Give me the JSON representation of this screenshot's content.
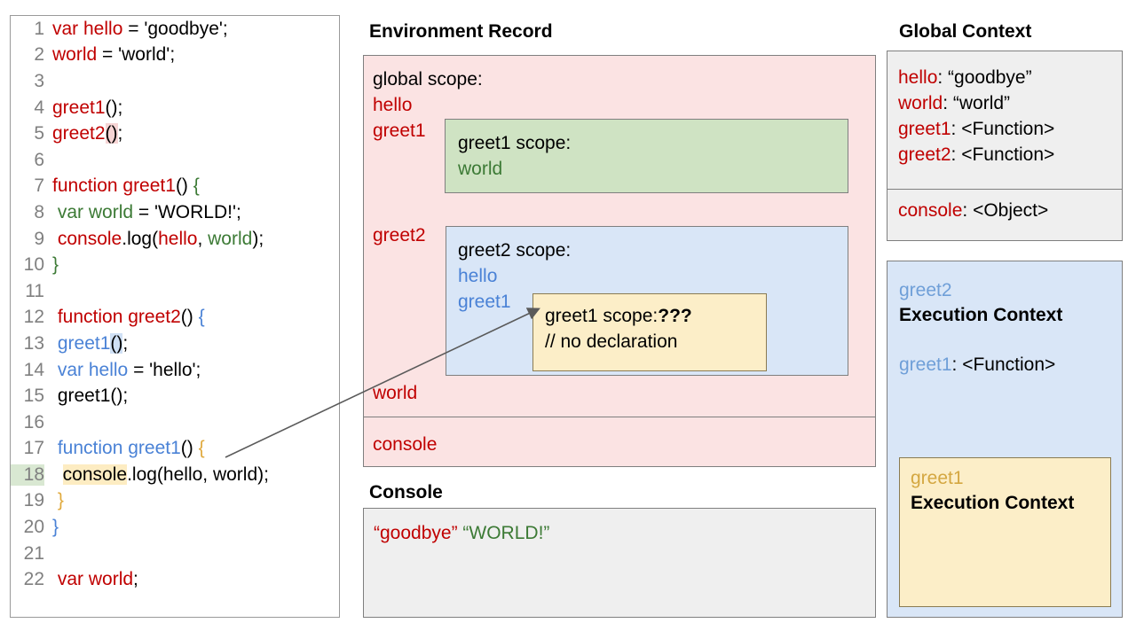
{
  "code": {
    "lines": [
      {
        "n": "1",
        "tokens": [
          {
            "t": "var hello",
            "c": "red"
          },
          {
            "t": " = 'goodbye';",
            "c": "black"
          }
        ]
      },
      {
        "n": "2",
        "tokens": [
          {
            "t": "world",
            "c": "red"
          },
          {
            "t": " = 'world';",
            "c": "black"
          }
        ]
      },
      {
        "n": "3",
        "tokens": []
      },
      {
        "n": "4",
        "tokens": [
          {
            "t": "greet1",
            "c": "red"
          },
          {
            "t": "();",
            "c": "black"
          }
        ]
      },
      {
        "n": "5",
        "tokens": [
          {
            "t": "greet2",
            "c": "red"
          },
          {
            "t": "()",
            "c": "black",
            "hl": "pink"
          },
          {
            "t": ";",
            "c": "black"
          }
        ]
      },
      {
        "n": "6",
        "tokens": []
      },
      {
        "n": "7",
        "tokens": [
          {
            "t": "function greet1",
            "c": "red"
          },
          {
            "t": "() ",
            "c": "black"
          },
          {
            "t": "{",
            "c": "green"
          }
        ]
      },
      {
        "n": "8",
        "tokens": [
          {
            "t": " ",
            "c": "black"
          },
          {
            "t": "var world",
            "c": "green"
          },
          {
            "t": " = 'WORLD!';",
            "c": "black"
          }
        ]
      },
      {
        "n": "9",
        "tokens": [
          {
            "t": " ",
            "c": "black"
          },
          {
            "t": "console",
            "c": "red"
          },
          {
            "t": ".log(",
            "c": "black"
          },
          {
            "t": "hello",
            "c": "red"
          },
          {
            "t": ", ",
            "c": "black"
          },
          {
            "t": "world",
            "c": "green"
          },
          {
            "t": ");",
            "c": "black"
          }
        ]
      },
      {
        "n": "10",
        "tokens": [
          {
            "t": "}",
            "c": "green"
          }
        ]
      },
      {
        "n": "11",
        "tokens": []
      },
      {
        "n": "12",
        "tokens": [
          {
            "t": " ",
            "c": "black"
          },
          {
            "t": "function greet2",
            "c": "red"
          },
          {
            "t": "() ",
            "c": "black"
          },
          {
            "t": "{",
            "c": "blue"
          }
        ]
      },
      {
        "n": "13",
        "tokens": [
          {
            "t": " ",
            "c": "black"
          },
          {
            "t": "greet1",
            "c": "blue"
          },
          {
            "t": "()",
            "c": "black",
            "hl": "blue"
          },
          {
            "t": ";",
            "c": "black"
          }
        ]
      },
      {
        "n": "14",
        "tokens": [
          {
            "t": " ",
            "c": "black"
          },
          {
            "t": "var hello",
            "c": "blue"
          },
          {
            "t": " = 'hello';",
            "c": "black"
          }
        ]
      },
      {
        "n": "15",
        "tokens": [
          {
            "t": " greet1();",
            "c": "black"
          }
        ]
      },
      {
        "n": "16",
        "tokens": []
      },
      {
        "n": "17",
        "tokens": [
          {
            "t": " ",
            "c": "black"
          },
          {
            "t": "function greet1",
            "c": "blue"
          },
          {
            "t": "() ",
            "c": "black"
          },
          {
            "t": "{",
            "c": "gold"
          }
        ]
      },
      {
        "n": "18",
        "tokens": [
          {
            "t": "  ",
            "c": "black"
          },
          {
            "t": "console",
            "c": "black",
            "hl": "cream"
          },
          {
            "t": ".log(hello, world);",
            "c": "black"
          }
        ],
        "line_highlight": true
      },
      {
        "n": "19",
        "tokens": [
          {
            "t": " ",
            "c": "black"
          },
          {
            "t": "}",
            "c": "gold"
          }
        ]
      },
      {
        "n": "20",
        "tokens": [
          {
            "t": "}",
            "c": "blue"
          }
        ]
      },
      {
        "n": "21",
        "tokens": []
      },
      {
        "n": "22",
        "tokens": [
          {
            "t": " ",
            "c": "black"
          },
          {
            "t": "var world",
            "c": "red"
          },
          {
            "t": ";",
            "c": "black"
          }
        ]
      }
    ]
  },
  "environment_record": {
    "title": "Environment Record",
    "global_scope_label": "global scope:",
    "global_bindings": [
      "hello",
      "greet1",
      "greet2",
      "world"
    ],
    "console_binding": "console",
    "greet1_scope": {
      "title": "greet1 scope:",
      "vars": [
        "world"
      ]
    },
    "greet2_scope": {
      "title": "greet2 scope:",
      "vars": [
        "hello",
        "greet1"
      ]
    },
    "tooltip": {
      "line1_prefix": "greet1 scope:",
      "line1_emphasis": "???",
      "line2": "// no declaration"
    }
  },
  "console": {
    "title": "Console",
    "output": [
      {
        "text": "“goodbye”",
        "color": "#c00000"
      },
      {
        "text": " ",
        "color": "#000000"
      },
      {
        "text": "“WORLD!”",
        "color": "#3c7a35"
      }
    ]
  },
  "global_context": {
    "title": "Global Context",
    "rows": [
      {
        "key": "hello",
        "value": "“goodbye”"
      },
      {
        "key": "world",
        "value": "“world”"
      },
      {
        "key": "greet1",
        "value": "<Function>"
      },
      {
        "key": "greet2",
        "value": "<Function>"
      }
    ],
    "console_row": {
      "key": "console",
      "value": "<Object>"
    }
  },
  "greet2_execution_context": {
    "name": "greet2",
    "label": "Execution Context",
    "row": {
      "key": "greet1",
      "value": "<Function>"
    }
  },
  "greet1_execution_context": {
    "name": "greet1",
    "label": "Execution Context"
  },
  "colors": {
    "red": "#c00000",
    "green": "#3c7a35",
    "blue": "#4a82d6",
    "gold": "#e0a93c",
    "pink_panel": "#fbe3e3",
    "green_panel": "#cfe3c3",
    "blue_panel": "#d9e6f7",
    "yellow_panel": "#fceec8",
    "grey_panel": "#efefef",
    "border": "#7f7f7f",
    "line_number": "#808080",
    "arrow": "#5a5a5a"
  }
}
